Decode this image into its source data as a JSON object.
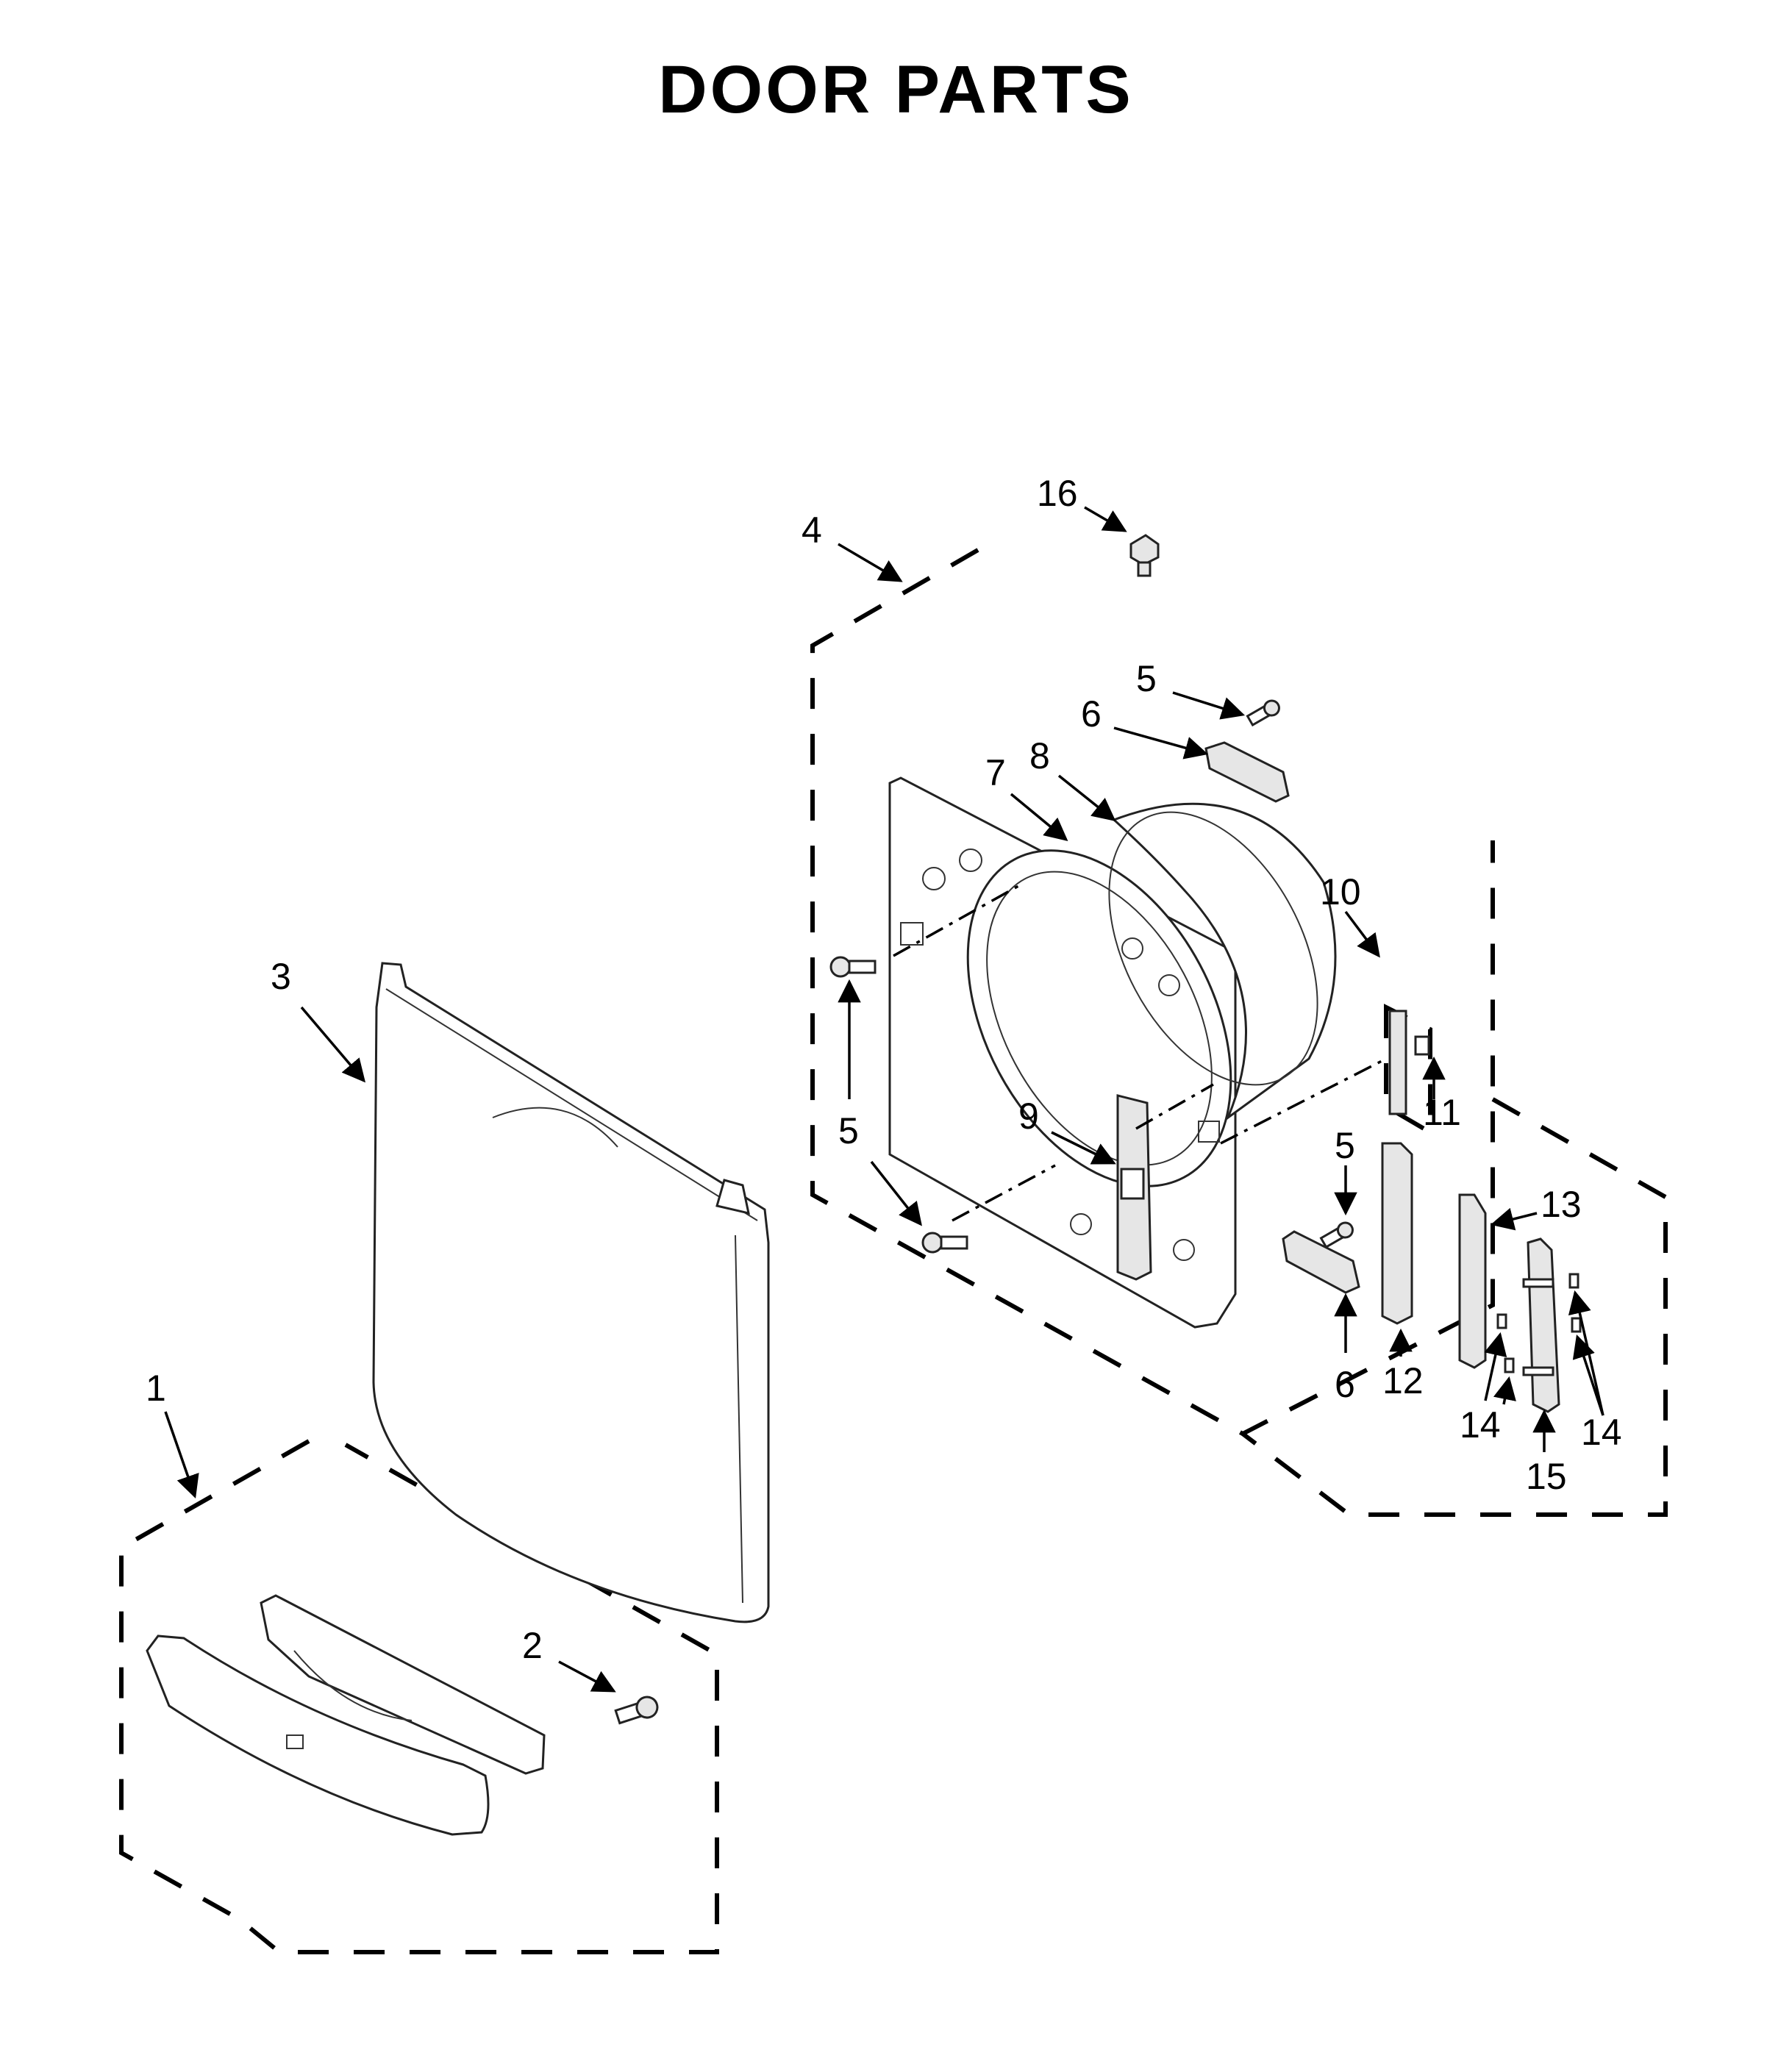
{
  "title": "DOOR PARTS",
  "callouts": [
    {
      "id": "c16",
      "label": "16"
    },
    {
      "id": "c4",
      "label": "4"
    },
    {
      "id": "c5a",
      "label": "5"
    },
    {
      "id": "c6a",
      "label": "6"
    },
    {
      "id": "c7",
      "label": "7"
    },
    {
      "id": "c8",
      "label": "8"
    },
    {
      "id": "c10",
      "label": "10"
    },
    {
      "id": "c3",
      "label": "3"
    },
    {
      "id": "c11",
      "label": "11"
    },
    {
      "id": "c5b",
      "label": "5"
    },
    {
      "id": "c9",
      "label": "9"
    },
    {
      "id": "c5c",
      "label": "5"
    },
    {
      "id": "c13",
      "label": "13"
    },
    {
      "id": "c6b",
      "label": "6"
    },
    {
      "id": "c12",
      "label": "12"
    },
    {
      "id": "c14a",
      "label": "14"
    },
    {
      "id": "c14b",
      "label": "14"
    },
    {
      "id": "c15",
      "label": "15"
    },
    {
      "id": "c1",
      "label": "1"
    },
    {
      "id": "c2",
      "label": "2"
    }
  ]
}
